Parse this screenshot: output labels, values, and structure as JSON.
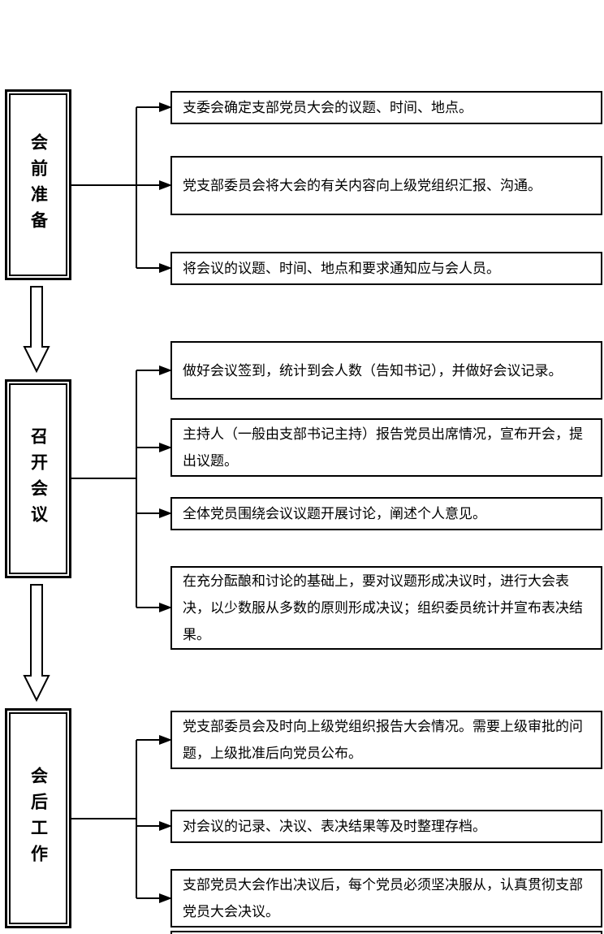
{
  "diagram": {
    "type": "flowchart",
    "language": "zh-CN",
    "colors": {
      "line": "#000000",
      "background": "#ffffff",
      "text": "#000000"
    }
  },
  "groups": [
    {
      "stage": "会前准备",
      "steps": [
        "支委会确定支部党员大会的议题、时间、地点。",
        "党支部委员会将大会的有关内容向上级党组织汇报、沟通。",
        "将会议的议题、时间、地点和要求通知应与会人员。"
      ]
    },
    {
      "stage": "召开会议",
      "steps": [
        "做好会议签到，统计到会人数（告知书记），并做好会议记录。",
        "主持人（一般由支部书记主持）报告党员出席情况，宣布开会，提出议题。",
        "全体党员围绕会议议题开展讨论，阐述个人意见。",
        "在充分酝酿和讨论的基础上，要对议题形成决议时，进行大会表决，以少数服从多数的原则形成决议；组织委员统计并宣布表决结果。"
      ]
    },
    {
      "stage": "会后工作",
      "steps": [
        "党支部委员会及时向上级党组织报告大会情况。需要上级审批的问题，上级批准后向党员公布。",
        "对会议的记录、决议、表决结果等及时整理存档。",
        "支部党员大会作出决议后，每个党员必须坚决服从，认真贯彻支部党员大会决议。"
      ]
    }
  ]
}
